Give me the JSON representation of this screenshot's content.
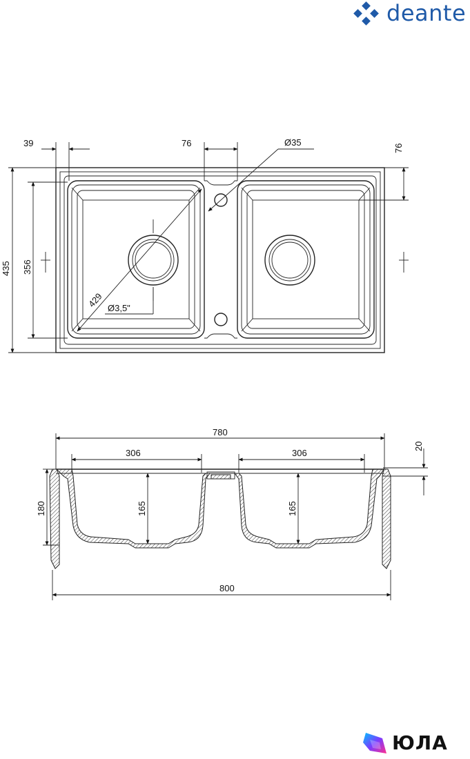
{
  "brand": {
    "name": "deante",
    "icon": "deante-logo-icon",
    "color": "#1f5aa8"
  },
  "watermark": {
    "name": "ЮЛА",
    "icon": "yula-logo-icon"
  },
  "top_view": {
    "dims": {
      "d39": "39",
      "d76_top": "76",
      "d35": "Ø35",
      "d76_right": "76",
      "d435": "435",
      "d356": "356",
      "d429": "429",
      "d35inch": "Ø3,5\""
    }
  },
  "section_view": {
    "dims": {
      "d780": "780",
      "d306_left": "306",
      "d306_right": "306",
      "d20": "20",
      "d180": "180",
      "d165_left": "165",
      "d165_right": "165",
      "d800": "800"
    }
  }
}
